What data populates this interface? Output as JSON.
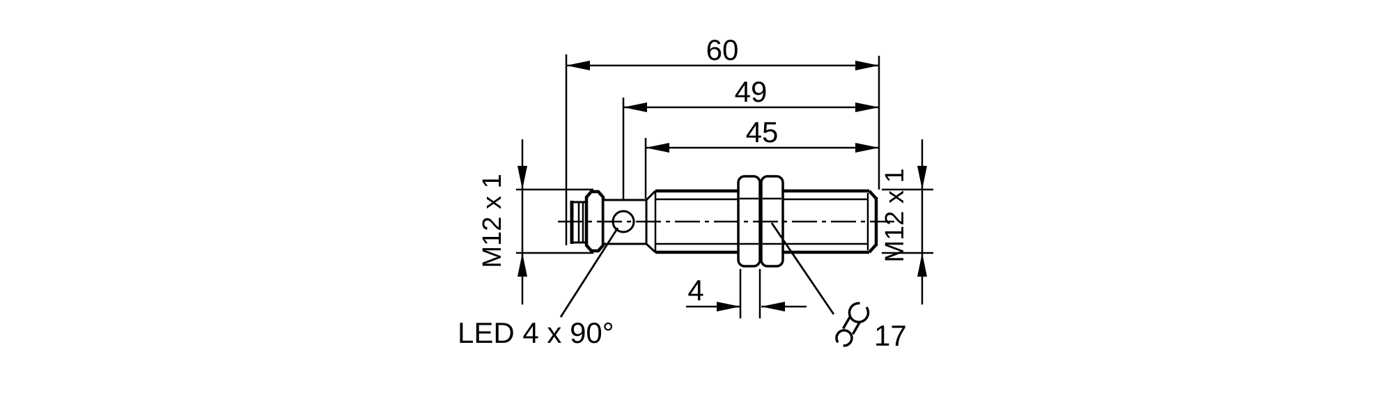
{
  "drawing": {
    "type": "dimensional-drawing",
    "subject": "cylindrical-threaded-sensor",
    "colors": {
      "line": "#000000",
      "background": "#ffffff"
    },
    "dimensions": {
      "overall_length": "60",
      "housing_length": "49",
      "thread_length": "45",
      "connector_thread": "M12 x 1",
      "barrel_thread": "M12 x 1",
      "nut_thickness": "4",
      "wrench_size": "17"
    },
    "callouts": {
      "led": "LED 4 x 90°"
    }
  }
}
